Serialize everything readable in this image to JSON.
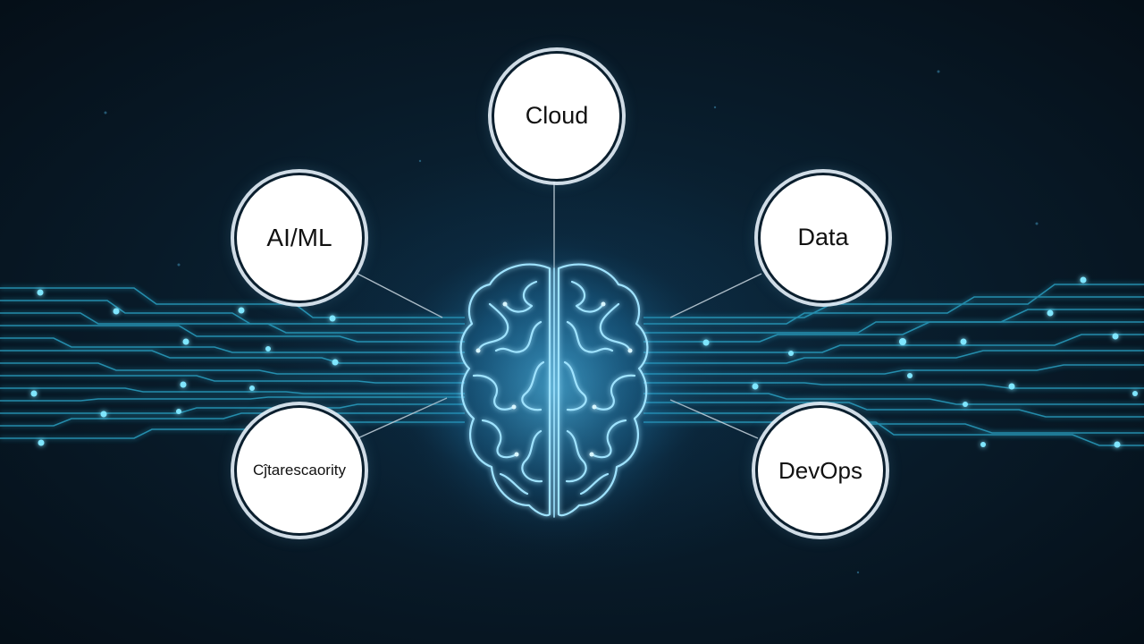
{
  "diagram": {
    "hub": {
      "name": "brain-circuit"
    },
    "nodes": [
      {
        "id": "cloud",
        "label": "Cloud"
      },
      {
        "id": "aiml",
        "label": "AI/ML"
      },
      {
        "id": "data",
        "label": "Data"
      },
      {
        "id": "cyber",
        "label": "Cĵtarescaority"
      },
      {
        "id": "devops",
        "label": "DevOps"
      }
    ]
  },
  "colors": {
    "background": "#071521",
    "glow": "#2a9fd6",
    "circuit": "#39c6e6",
    "node_fill": "#ffffff",
    "node_ring": "#e6f0f8",
    "connector": "#c9d6df"
  }
}
